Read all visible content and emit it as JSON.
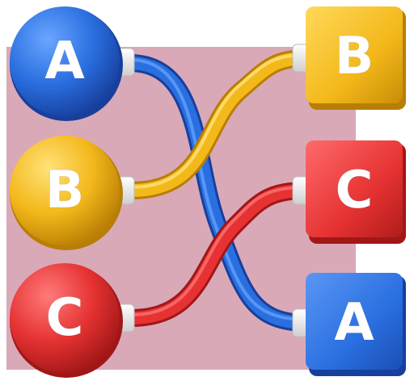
{
  "left_nodes": [
    {
      "label": "A",
      "color": "#2a6fe0",
      "color_dark": "#1a4fb5",
      "color_light": "#5a96f5"
    },
    {
      "label": "B",
      "color": "#f3b81a",
      "color_dark": "#c98d08",
      "color_light": "#ffd45c"
    },
    {
      "label": "C",
      "color": "#e63232",
      "color_dark": "#b41d1d",
      "color_light": "#ff6161"
    }
  ],
  "right_nodes": [
    {
      "label": "B",
      "color": "#f3b81a",
      "color_dark": "#c98d08",
      "color_light": "#ffd45c"
    },
    {
      "label": "C",
      "color": "#e63232",
      "color_dark": "#b41d1d",
      "color_light": "#ff6161"
    },
    {
      "label": "A",
      "color": "#2a6fe0",
      "color_dark": "#1a4fb5",
      "color_light": "#5a96f5"
    }
  ],
  "connections": [
    {
      "from": "A",
      "to": "A"
    },
    {
      "from": "B",
      "to": "B"
    },
    {
      "from": "C",
      "to": "C"
    }
  ],
  "background_color": "#d9a9b8"
}
